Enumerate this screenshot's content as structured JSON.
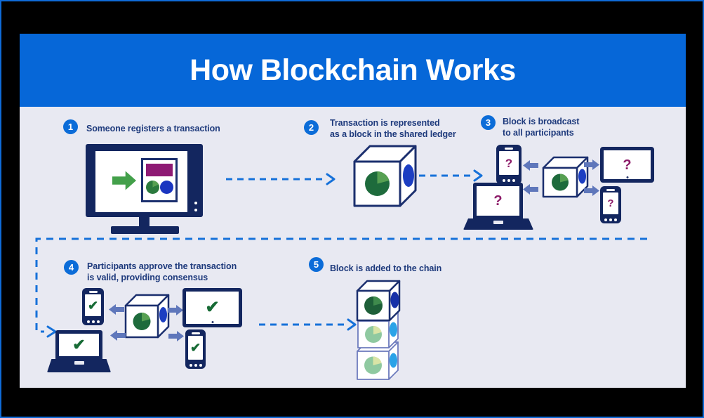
{
  "header": {
    "title": "How Blockchain Works"
  },
  "steps": [
    {
      "number": "1",
      "lines": [
        "Someone registers a transaction"
      ]
    },
    {
      "number": "2",
      "lines": [
        "Transaction is represented",
        "as a block in the shared ledger"
      ]
    },
    {
      "number": "3",
      "lines": [
        "Block is broadcast",
        "to all participants"
      ]
    },
    {
      "number": "4",
      "lines": [
        "Participants approve the transaction",
        "is valid, providing consensus"
      ]
    },
    {
      "number": "5",
      "lines": [
        "Block is added to the chain"
      ]
    }
  ],
  "glyphs": {
    "question_mark": "?",
    "checkmark": "✔"
  },
  "colors": {
    "outer_border_blue": "#0f6ad6",
    "header_blue": "#0667d8",
    "canvas_bg": "#e8e9f2",
    "device_navy": "#13265f",
    "step_text_navy": "#1e3a7c",
    "step_badge_blue": "#0b6cd8",
    "dashed_arrow_blue": "#1671d9",
    "block_arrow_slate": "#5f77bb",
    "question_mark_magenta": "#8c1a68",
    "checkmark_green": "#176b35",
    "cube_outline_navy": "#1b2f6e",
    "cube_outline_light": "#6d7bbd",
    "pie_green_dark": "#1e6b3c",
    "pie_green_wedge": "#57a052",
    "pie_green_light": "#8fc9a0",
    "pie_wedge_light": "#d9e4a6",
    "side_ellipse_blue": "#1c3ec2",
    "side_ellipse_light_blue": "#2aa3e8",
    "screen_rect_magenta": "#8e1a74",
    "screen_arrow_green": "#43a04a"
  }
}
